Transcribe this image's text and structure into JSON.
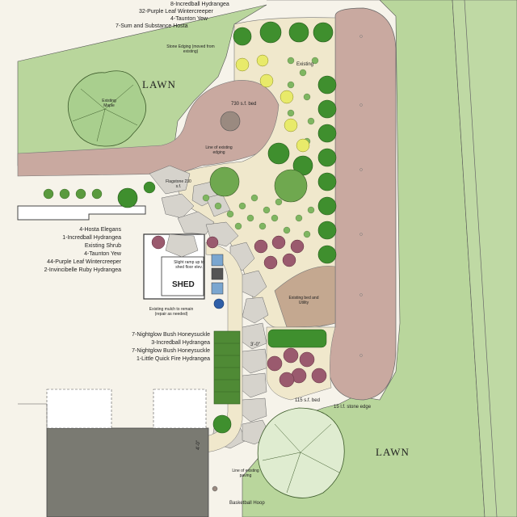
{
  "colors": {
    "lawn": "#b9d69c",
    "path_brick": "#c9a9a0",
    "bed": "#f0e8cc",
    "stone": "#cfcfcf",
    "hydrangea": "#3f8f2e",
    "redbud": "#9a5a6e",
    "yellow_plant": "#e8ea6a",
    "house": "#7a7a72"
  },
  "lawn_labels": [
    "LAWN",
    "LAWN"
  ],
  "shed_label": "SHED",
  "plant_labels_top": [
    "8-Incredball Hydrangea",
    "32-Purple Leaf Wintercreeper",
    "4-Taunton Yew",
    "7-Sum and Substance Hosta"
  ],
  "plant_labels_left": [
    "4-Hosta Elegans",
    "1-Incredball Hydrangea",
    "Existing Shrub",
    "4-Taunton Yew",
    "44-Purple Leaf Wintercreeper",
    "2-Invincibelle Ruby Hydrangea"
  ],
  "plant_labels_bottom": [
    "7-Nightglow Bush Honeysuckle",
    "3-Incredball Hydrangea",
    "7-Nightglow Bush Honeysuckle",
    "1-Little Quick Fire Hydrangea"
  ],
  "annotations": {
    "stone_edging": "Stone Edging (moved from existing)",
    "existing": "Existing",
    "existing_maple": "Existing Maple",
    "area_730": "730 s.f. bed",
    "line_existing_edging": "Line of existing edging",
    "flagstone": "Flagstone 230 s.f.",
    "slight_ramp": "Slight ramp up to shed floor elev.",
    "existing_mulch": "Existing mulch to remain (repair as needed)",
    "existing_bed_utility": "Existing bed and Utility",
    "area_115": "115 s.f. bed",
    "stone_edge_15": "15 l.f. stone edge",
    "line_existing_paving": "Line of existing paving",
    "basketball_hoop": "Basketball Hoop",
    "dim_3": "3'-0\"",
    "dim_4": "4'-0\""
  }
}
